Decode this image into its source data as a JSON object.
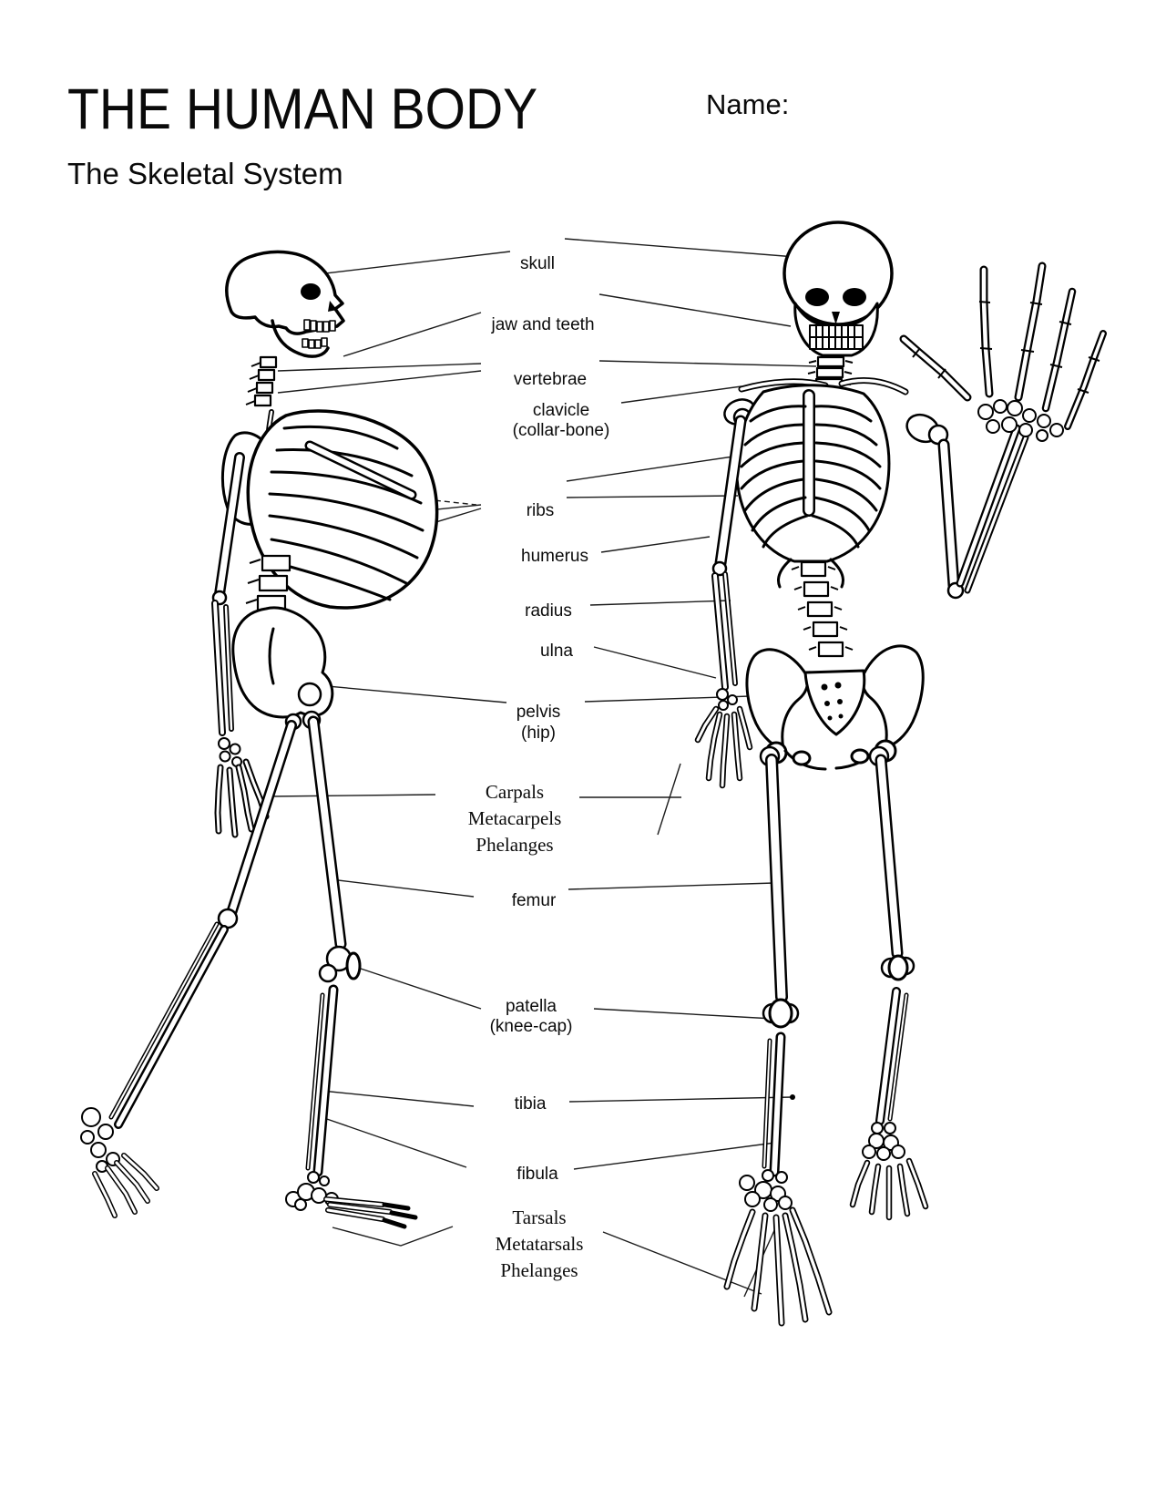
{
  "header": {
    "title": "THE HUMAN BODY",
    "name_label": "Name:",
    "subtitle": "The Skeletal System"
  },
  "colors": {
    "ink": "#000000",
    "paper": "#ffffff"
  },
  "figure": {
    "labels": {
      "skull": "skull",
      "jaw_and_teeth": "jaw and teeth",
      "vertebrae": "vertebrae",
      "clavicle": "clavicle",
      "clavicle_alt": "(collar-bone)",
      "ribs": "ribs",
      "humerus": "humerus",
      "radius": "radius",
      "ulna": "ulna",
      "pelvis": "pelvis",
      "pelvis_alt": "(hip)",
      "hand_bones": [
        "Carpals",
        "Metacarpels",
        "Phelanges"
      ],
      "femur": "femur",
      "patella": "patella",
      "patella_alt": "(knee-cap)",
      "tibia": "tibia",
      "fibula": "fibula",
      "foot_bones": [
        "Tarsals",
        "Metatarsals",
        "Phelanges"
      ]
    }
  }
}
